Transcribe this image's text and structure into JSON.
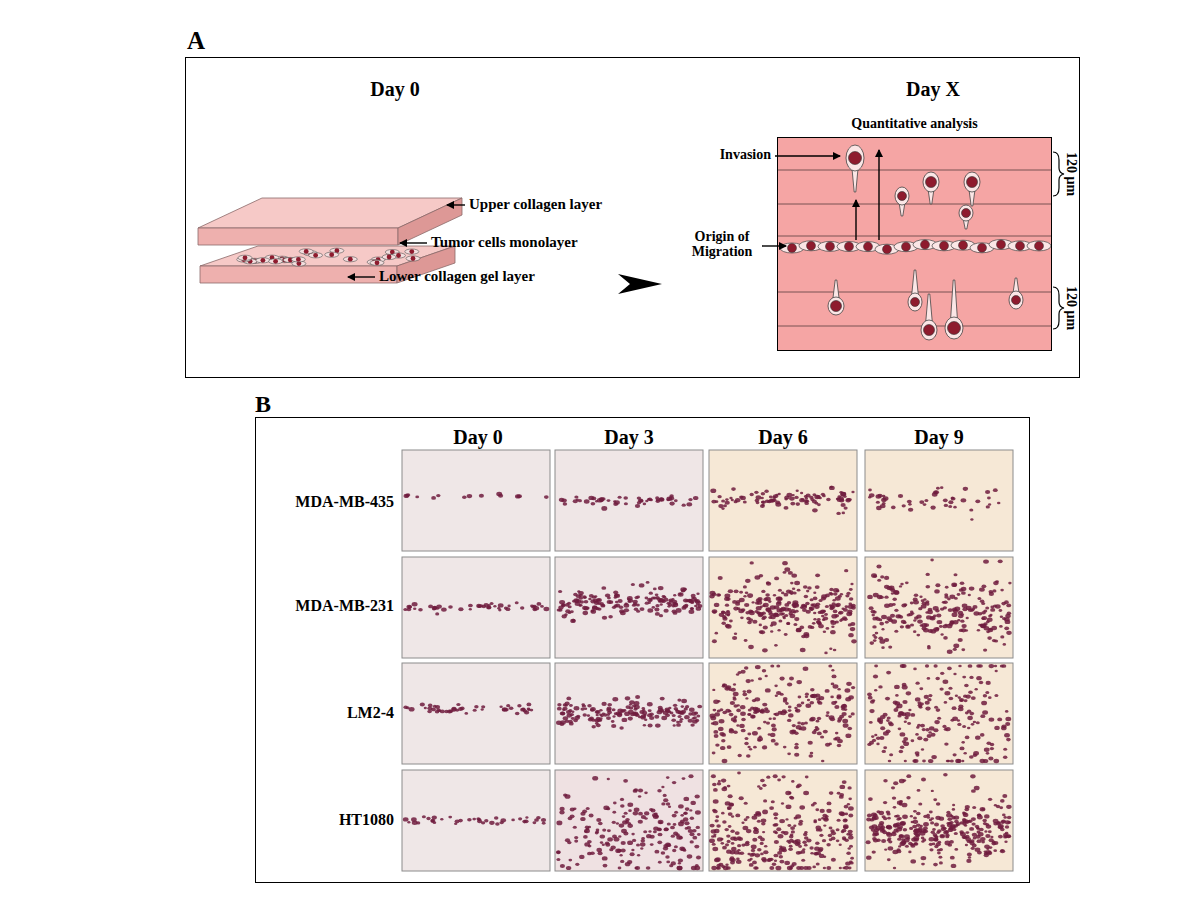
{
  "diagram": {
    "nodes": [
      {
        "text": [
          "A"
        ]
      },
      {
        "text": [
          "Quantitative analysis"
        ],
        "in": 0
      },
      {
        "text": [
          "B"
        ]
      }
    ],
    "labels": [
      "Day 0",
      "Day X",
      "Upper collagen layer",
      "Tumor cells monolayer",
      "Lower collagen gel layer",
      "Invasion",
      "Origin of Migration",
      "120 μm",
      "120 μm",
      "Day 0",
      "Day 3",
      "Day 6",
      "Day 9",
      "MDA-MB-435",
      "MDA-MB-231",
      "LM2-4",
      "HT1080"
    ]
  }
}
